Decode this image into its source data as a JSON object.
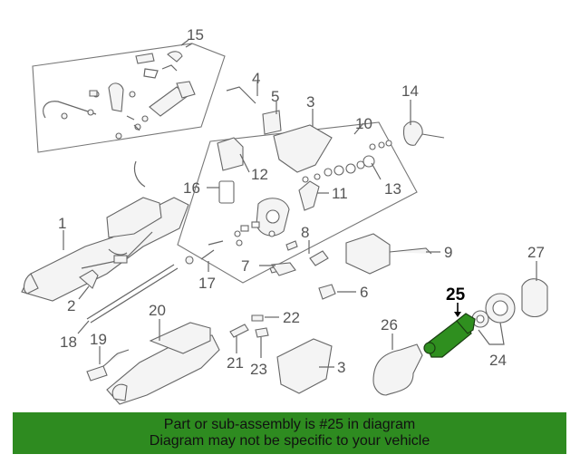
{
  "diagram": {
    "highlight_color": "#2f8f1f",
    "highlighted_callout": "25",
    "callouts": {
      "c1": "1",
      "c2": "2",
      "c3a": "3",
      "c3b": "3",
      "c4": "4",
      "c5": "5",
      "c6": "6",
      "c7": "7",
      "c8": "8",
      "c9": "9",
      "c10": "10",
      "c11": "11",
      "c12": "12",
      "c13": "13",
      "c14": "14",
      "c15": "15",
      "c16": "16",
      "c17": "17",
      "c18": "18",
      "c19": "19",
      "c20": "20",
      "c21": "21",
      "c22": "22",
      "c23": "23",
      "c24": "24",
      "c25": "25",
      "c26": "26",
      "c27": "27"
    }
  },
  "banner": {
    "background": "#2e8b20",
    "line1": "Part or sub-assembly is #25 in diagram",
    "line2": "Diagram may not be specific to your vehicle"
  }
}
